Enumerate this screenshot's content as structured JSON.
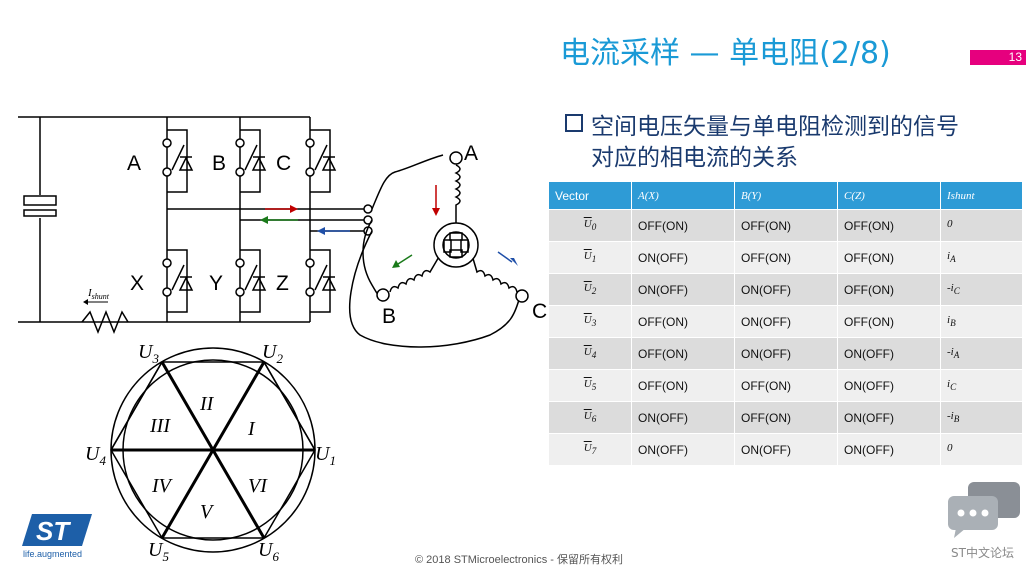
{
  "header": {
    "title": "电流采样 — 单电阻(2/8)",
    "page_number": "13",
    "accent_color": "#e6007e",
    "title_color": "#1a9ad6"
  },
  "bullet": {
    "line1": "空间电压矢量与单电阻检测到的信号",
    "line2": "对应的相电流的关系"
  },
  "table": {
    "headers": [
      "Vector",
      "A(X)",
      "B(Y)",
      "C(Z)",
      "Ishunt"
    ],
    "rows": [
      {
        "vec": "U",
        "sub": "0",
        "a": "OFF(ON)",
        "b": "OFF(ON)",
        "c": "OFF(ON)",
        "ish": "0",
        "ish_sub": ""
      },
      {
        "vec": "U",
        "sub": "1",
        "a": "ON(OFF)",
        "b": "OFF(ON)",
        "c": "OFF(ON)",
        "ish": "i",
        "ish_sub": "A"
      },
      {
        "vec": "U",
        "sub": "2",
        "a": "ON(OFF)",
        "b": "ON(OFF)",
        "c": "OFF(ON)",
        "ish": "-i",
        "ish_sub": "C"
      },
      {
        "vec": "U",
        "sub": "3",
        "a": "OFF(ON)",
        "b": "ON(OFF)",
        "c": "OFF(ON)",
        "ish": "i",
        "ish_sub": "B"
      },
      {
        "vec": "U",
        "sub": "4",
        "a": "OFF(ON)",
        "b": "ON(OFF)",
        "c": "ON(OFF)",
        "ish": "-i",
        "ish_sub": "A"
      },
      {
        "vec": "U",
        "sub": "5",
        "a": "OFF(ON)",
        "b": "OFF(ON)",
        "c": "ON(OFF)",
        "ish": "i",
        "ish_sub": "C"
      },
      {
        "vec": "U",
        "sub": "6",
        "a": "ON(OFF)",
        "b": "OFF(ON)",
        "c": "ON(OFF)",
        "ish": "-i",
        "ish_sub": "B"
      },
      {
        "vec": "U",
        "sub": "7",
        "a": "ON(OFF)",
        "b": "ON(OFF)",
        "c": "ON(OFF)",
        "ish": "0",
        "ish_sub": ""
      }
    ]
  },
  "circuit": {
    "high_switches": [
      "A",
      "B",
      "C"
    ],
    "low_switches": [
      "X",
      "Y",
      "Z"
    ],
    "motor_phases": [
      "A",
      "B",
      "C"
    ],
    "shunt_label": "I",
    "shunt_sub": "shunt"
  },
  "hexagon": {
    "vectors": [
      {
        "name": "U",
        "sub": "1"
      },
      {
        "name": "U",
        "sub": "2"
      },
      {
        "name": "U",
        "sub": "3"
      },
      {
        "name": "U",
        "sub": "4"
      },
      {
        "name": "U",
        "sub": "5"
      },
      {
        "name": "U",
        "sub": "6"
      }
    ],
    "sectors": [
      "I",
      "II",
      "III",
      "IV",
      "V",
      "VI"
    ]
  },
  "footer": {
    "copyright": "© 2018 STMicroelectronics - 保留所有权利",
    "logo_tagline": "life.augmented",
    "forum_label": "ST中文论坛"
  },
  "icons": [
    "st-logo-icon",
    "chat-bubbles-icon",
    "checkbox-bullet-icon"
  ]
}
